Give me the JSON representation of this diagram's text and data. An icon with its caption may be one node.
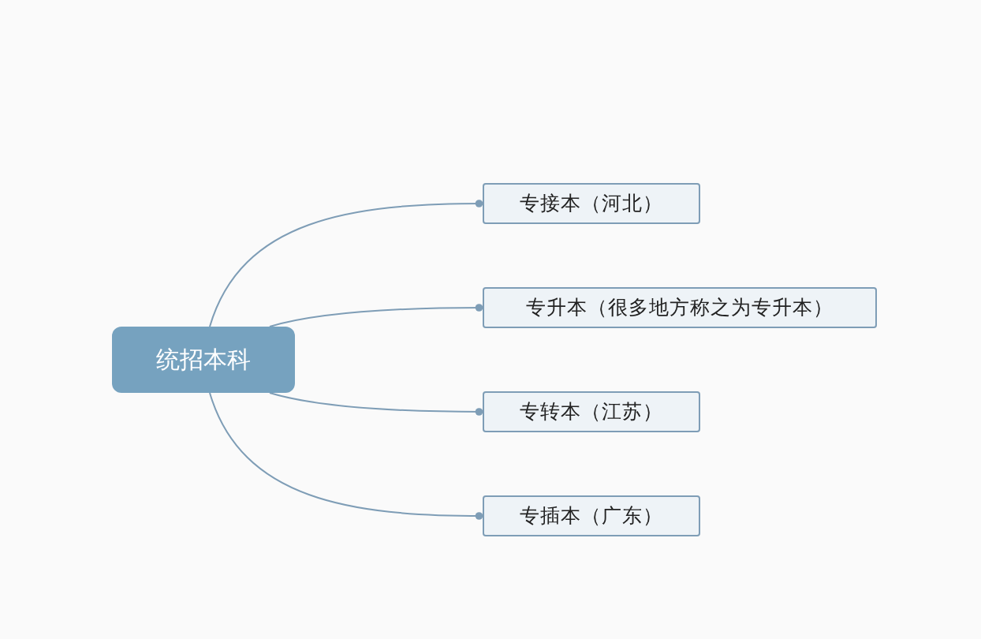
{
  "diagram": {
    "nodes": [
      {
        "text": [
          "统招本科"
        ]
      },
      {
        "text": [
          "专接本（河北）"
        ]
      },
      {
        "text": [
          "专升本（很多地方称之为专升本）"
        ]
      },
      {
        "text": [
          "专转本（江苏）"
        ]
      },
      {
        "text": [
          "专插本（广东）"
        ]
      }
    ],
    "edges": [
      {
        "from": 0,
        "to": 1,
        "arrow": "other"
      },
      {
        "from": 0,
        "to": 2,
        "arrow": "other"
      },
      {
        "from": 0,
        "to": 3,
        "arrow": "other"
      },
      {
        "from": 0,
        "to": 4,
        "arrow": "other"
      }
    ]
  }
}
